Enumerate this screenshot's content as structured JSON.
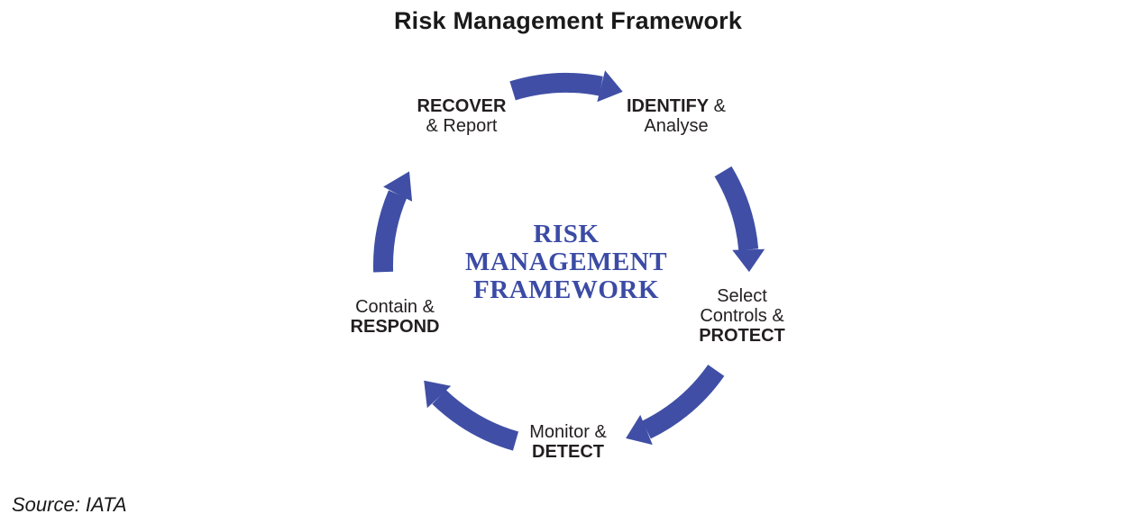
{
  "title": "Risk Management Framework",
  "source": "Source: IATA",
  "center_label": {
    "lines": [
      "RISK",
      "MANAGEMENT",
      "FRAMEWORK"
    ]
  },
  "cycle": {
    "recover": {
      "emphasis": "RECOVER",
      "secondary": "& Report"
    },
    "identify": {
      "emphasis": "IDENTIFY",
      "suffix": " &",
      "secondary": "Analyse"
    },
    "protect": {
      "line1": "Select",
      "line2": "Controls &",
      "emphasis": "PROTECT"
    },
    "detect": {
      "line1": "Monitor &",
      "emphasis": "DETECT"
    },
    "respond": {
      "line1": "Contain &",
      "emphasis": "RESPOND"
    }
  },
  "colors": {
    "arrow": "#404FA5",
    "center_text": "#3B4BA5",
    "text": "#231F20",
    "background": "#FFFFFF"
  },
  "icons": {
    "arrow_style": "curved-cycle-arrow"
  }
}
